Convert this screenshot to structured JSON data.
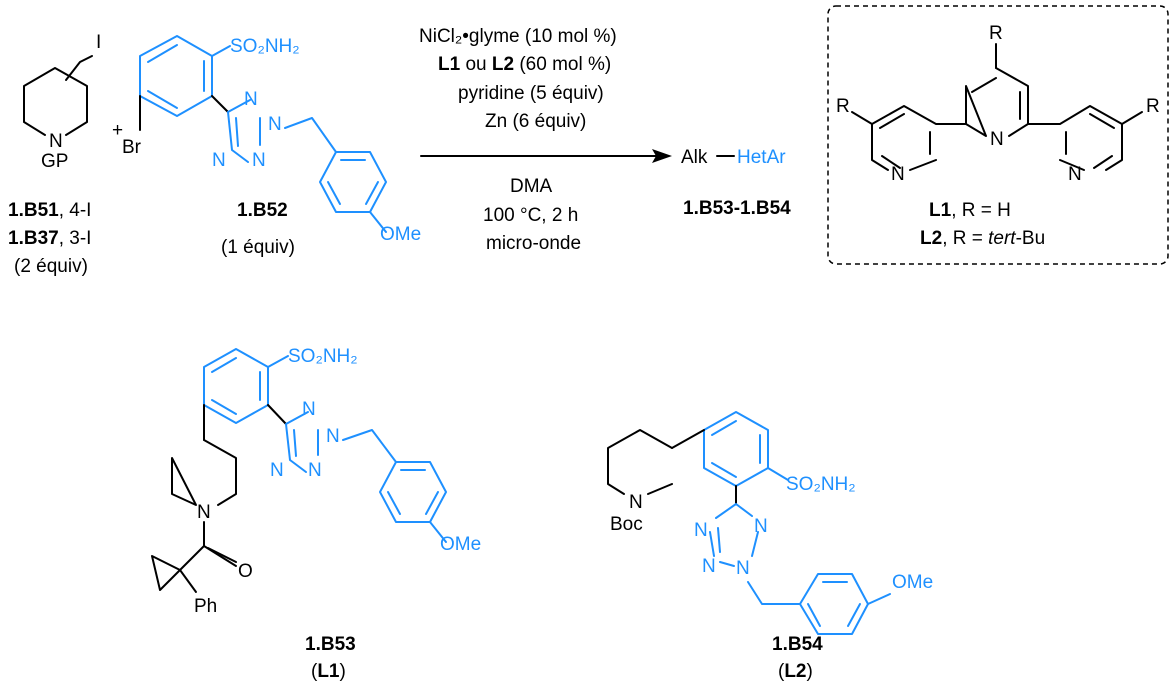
{
  "colors": {
    "accent": "#1e90ff",
    "ink": "#000000"
  },
  "reactant1": {
    "atom_i": "I",
    "atom_n": "N",
    "atom_gp": "GP",
    "label_a_code": "1.B51",
    "label_a_rest": ", 4-I",
    "label_b_code": "1.B37",
    "label_b_rest": ", 3-I",
    "equiv": "(2 équiv)"
  },
  "plus": "+",
  "reactant2": {
    "so2nh2": "SO₂NH₂",
    "br": "Br",
    "n": "N",
    "ome": "OMe",
    "code": "1.B52",
    "equiv": "(1 équiv)"
  },
  "conditions": {
    "line1": "NiCl₂•glyme (10 mol %)",
    "line2_l1": "L1",
    "line2_mid": " ou ",
    "line2_l2": "L2",
    "line2_rest": " (60 mol %)",
    "line3": "pyridine (5 équiv)",
    "line4": "Zn (6 équiv)",
    "line5": "DMA",
    "line6": "100 °C, 2 h",
    "line7": "micro-onde"
  },
  "product_general": {
    "alk": "Alk",
    "hetar": "HetAr",
    "code": "1.B53-1.B54"
  },
  "ligand_box": {
    "r": "R",
    "n": "N",
    "l1_code": "L1",
    "l1_rest": ", R = H",
    "l2_code": "L2",
    "l2_mid": ", R = ",
    "l2_ital": "tert",
    "l2_rest": "-Bu"
  },
  "product1": {
    "so2nh2": "SO₂NH₂",
    "n": "N",
    "o": "O",
    "ph": "Ph",
    "ome": "OMe",
    "code": "1.B53",
    "ligand_open": "(",
    "ligand": "L1",
    "ligand_close": ")"
  },
  "product2": {
    "so2nh2": "SO₂NH₂",
    "n": "N",
    "boc": "Boc",
    "ome": "OMe",
    "code": "1.B54",
    "ligand_open": "(",
    "ligand": "L2",
    "ligand_close": ")"
  }
}
